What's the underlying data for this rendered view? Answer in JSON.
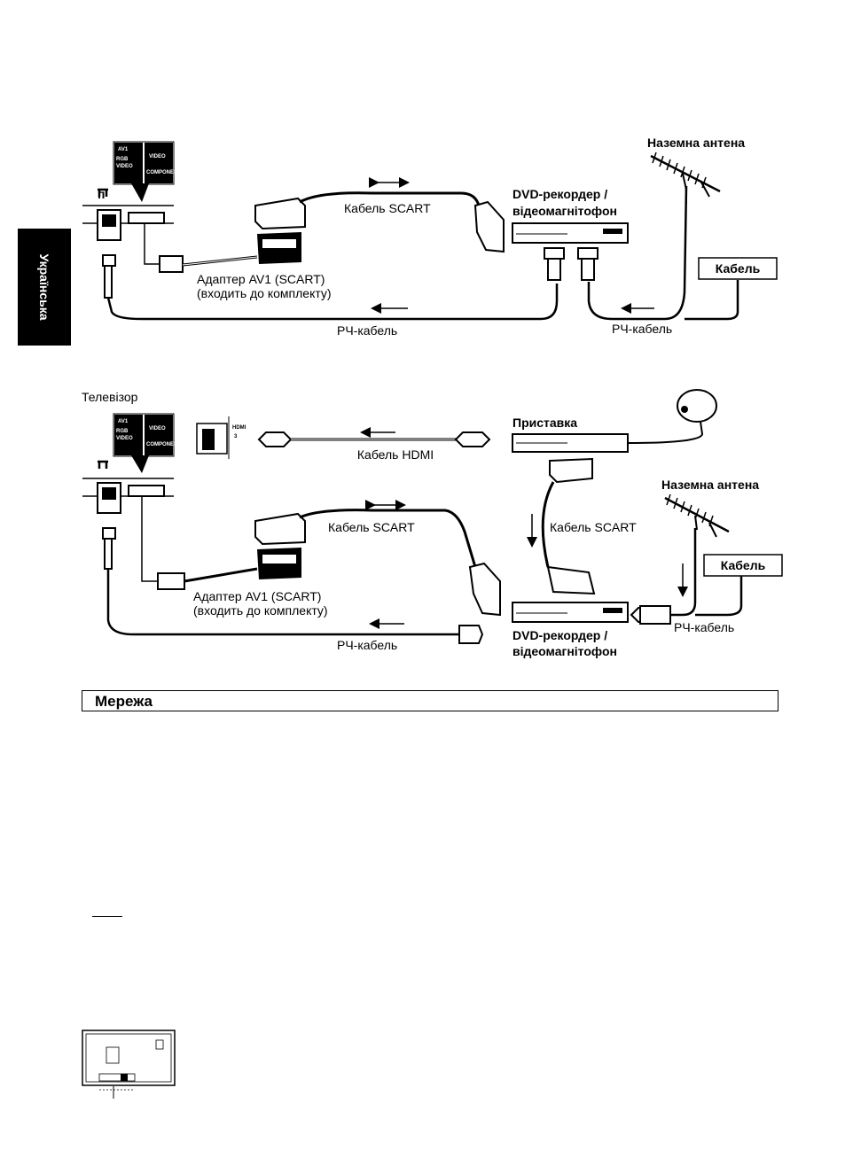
{
  "side_tab": {
    "label": "Українська"
  },
  "diagram1": {
    "antenna_label": "Наземна антена",
    "dvd_label_1": "DVD-рекордер /",
    "dvd_label_2": "відеомагнітофон",
    "scart_label": "Кабель SCART",
    "adapter_label_1": "Адаптер AV1 (SCART)",
    "adapter_label_2": "(входить до комплекту)",
    "cable_box_label": "Кабель",
    "rf_label_left": "РЧ-кабель",
    "rf_label_right": "РЧ-кабель"
  },
  "diagram2": {
    "tv_label": "Телевізор",
    "hdmi_label": "Кабель HDMI",
    "settop_label": "Приставка",
    "antenna_label": "Наземна антена",
    "scart_label": "Кабель SCART",
    "scart_label_right": "Кабель SCART",
    "adapter_label_1": "Адаптер AV1 (SCART)",
    "adapter_label_2": "(входить до комплекту)",
    "cable_box_label": "Кабель",
    "rf_label_left": "РЧ-кабель",
    "rf_label_right": "РЧ-кабель",
    "dvd_label_1": "DVD-рекордер /",
    "dvd_label_2": "відеомагнітофон"
  },
  "panel": {
    "av1": "AV1",
    "rgb": "RGB",
    "video_in": "VIDEO",
    "video": "VIDEO",
    "component": "COMPONENT",
    "hdmi": "HDMI",
    "hdmi_num": "3"
  },
  "section": {
    "title": "Мережа"
  }
}
